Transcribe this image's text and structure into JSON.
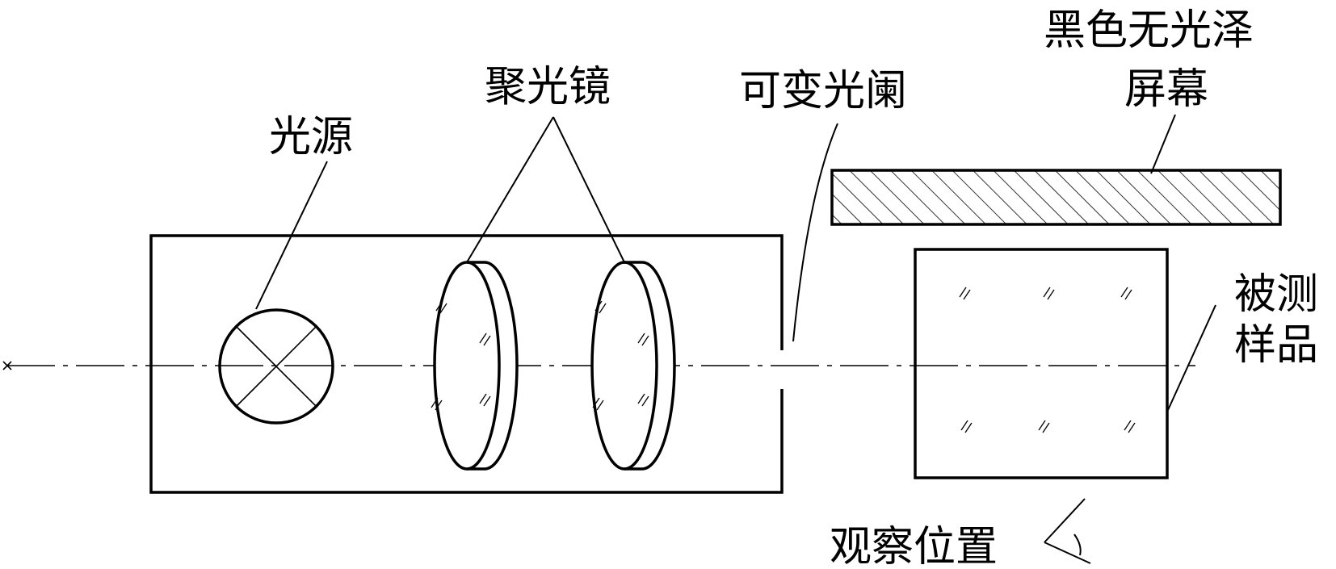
{
  "labels": {
    "light_source": "光源",
    "condenser_lens": "聚光镜",
    "variable_aperture": "可变光阑",
    "black_matte_screen_line1": "黑色无光泽",
    "black_matte_screen_line2": "屏幕",
    "sample_line1": "被测",
    "sample_line2": "样品",
    "observation_position": "观察位置"
  },
  "colors": {
    "line": "#000000",
    "background": "#ffffff"
  }
}
